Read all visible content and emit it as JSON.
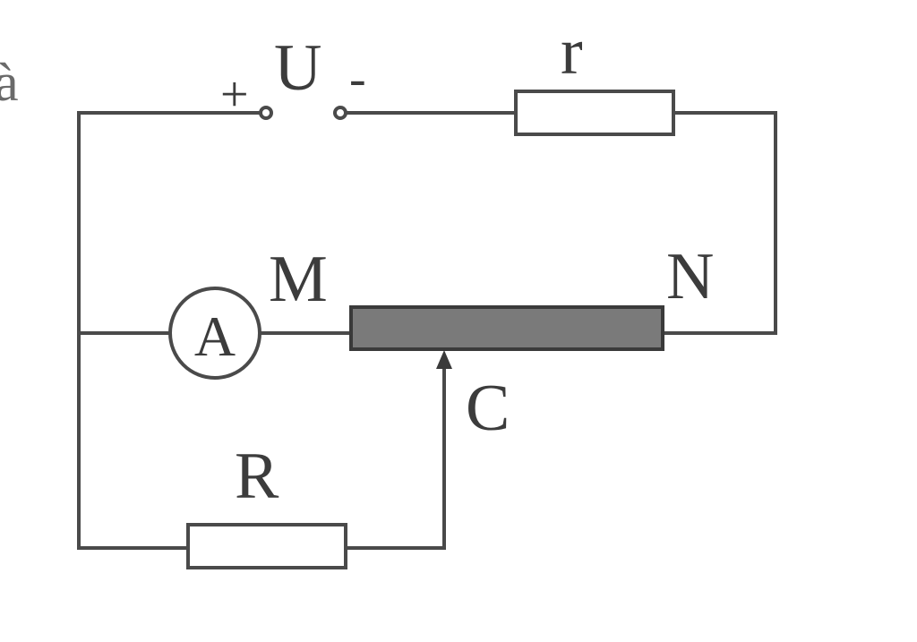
{
  "labels": {
    "source": "U",
    "plus": "+",
    "minus": "-",
    "internal_resistor": "r",
    "ammeter": "A",
    "node_m": "M",
    "node_n": "N",
    "slider": "C",
    "load_resistor": "R",
    "edge_fragment": "à"
  }
}
